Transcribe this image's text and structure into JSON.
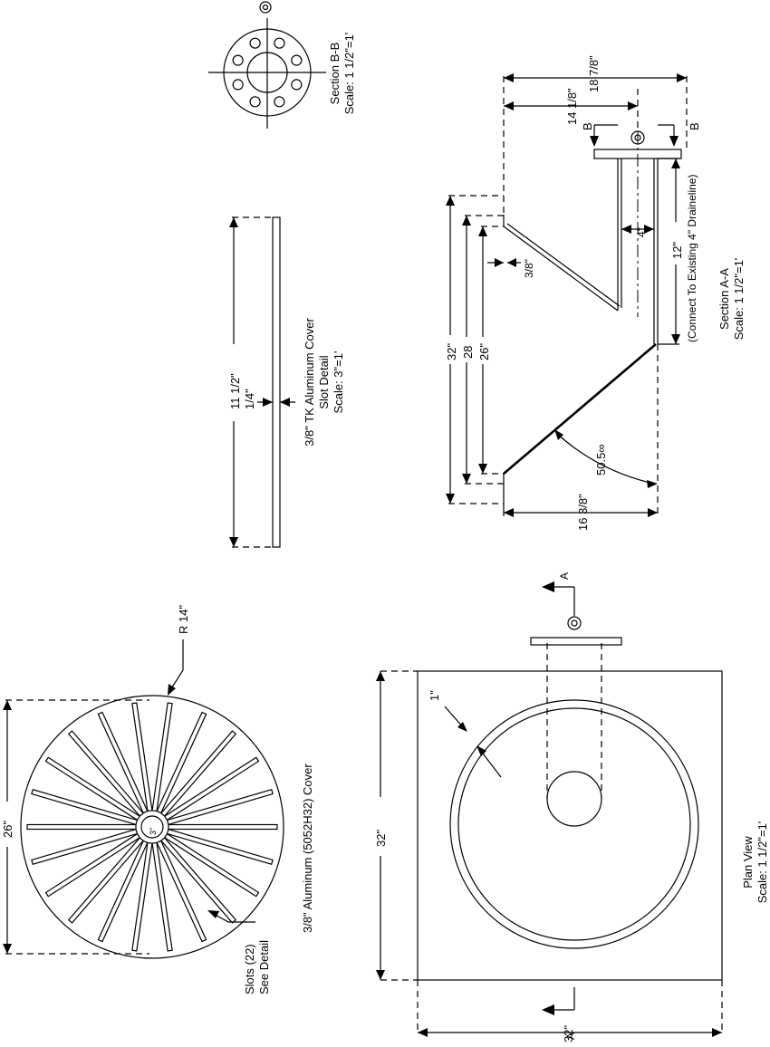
{
  "plan_view": {
    "title": "Plan View",
    "scale": "Scale: 1 1/2\"=1'",
    "dim_width": "32\"",
    "dim_height": "32\"",
    "wall_thickness": "1\"",
    "section_marker": "A"
  },
  "cover": {
    "title": "3/8\" Aluminum (5052H32) Cover",
    "dim_diameter": "26\"",
    "radius": "R 14\"",
    "hub_dim": "3\"",
    "slots_label_1": "Slots (22)",
    "slots_label_2": "See Detail",
    "slot_count": 22
  },
  "slot_detail": {
    "title_1": "3/8\" TK Aluminum Cover",
    "title_2": "Slot Detail",
    "scale": "Scale: 3\"=1'",
    "dim_length": "11 1/2\"",
    "dim_width": "1/4\""
  },
  "section_bb": {
    "title": "Section B-B",
    "scale": "Scale: 1 1/2\"=1'"
  },
  "section_aa": {
    "title": "Section A-A",
    "scale": "Scale: 1 1/2\"=1'",
    "dim_32": "32\"",
    "dim_28": "28",
    "dim_26": "26\"",
    "dim_3_8": "3/8\"",
    "dim_16_3_8": "16 3/8\"",
    "angle": "50.5∞",
    "dim_4": "4\"",
    "dim_12": "12\"",
    "drain_note": "(Connect To Existing 4\" Draineline)",
    "dim_14_1_8": "14 1/8\"",
    "dim_18_7_8": "18 7/8\"",
    "marker_b": "B"
  }
}
